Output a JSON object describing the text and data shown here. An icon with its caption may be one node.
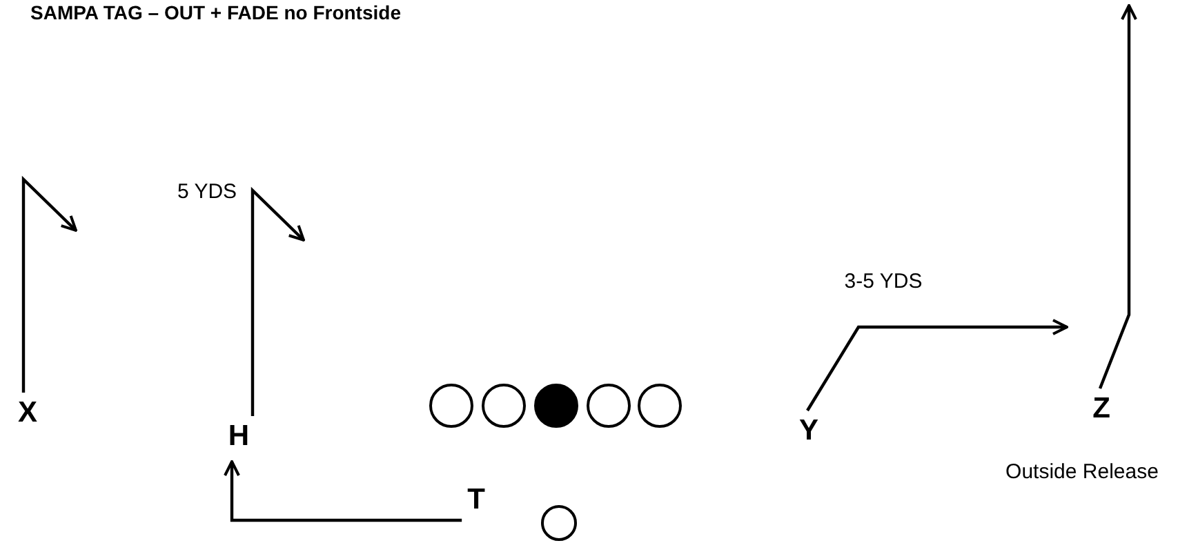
{
  "diagram": {
    "title": "SAMPA TAG – OUT + FADE no Frontside",
    "nodes": [
      {
        "text": [
          "X"
        ]
      },
      {
        "text": [
          "H"
        ]
      },
      {
        "text": [],
        "shape": "circle"
      },
      {
        "text": [],
        "shape": "circle"
      },
      {
        "text": [],
        "shape": "circle"
      },
      {
        "text": [],
        "shape": "circle"
      },
      {
        "text": [],
        "shape": "circle"
      },
      {
        "text": [
          "T"
        ]
      },
      {
        "text": [],
        "shape": "circle"
      },
      {
        "text": [
          "Y"
        ]
      },
      {
        "text": [
          "Z"
        ],
        "beside": [
          "Outside Release"
        ]
      }
    ],
    "edges": [
      {
        "from": 0,
        "to": null,
        "arrow": "to"
      },
      {
        "from": 1,
        "to": null,
        "arrow": "to"
      },
      {
        "from": 7,
        "to": 1,
        "arrow": "to"
      },
      {
        "from": 9,
        "to": null,
        "arrow": "to"
      },
      {
        "from": 10,
        "to": null,
        "arrow": "to"
      }
    ],
    "labels": [
      "5 YDS",
      "3-5 YDS"
    ]
  }
}
